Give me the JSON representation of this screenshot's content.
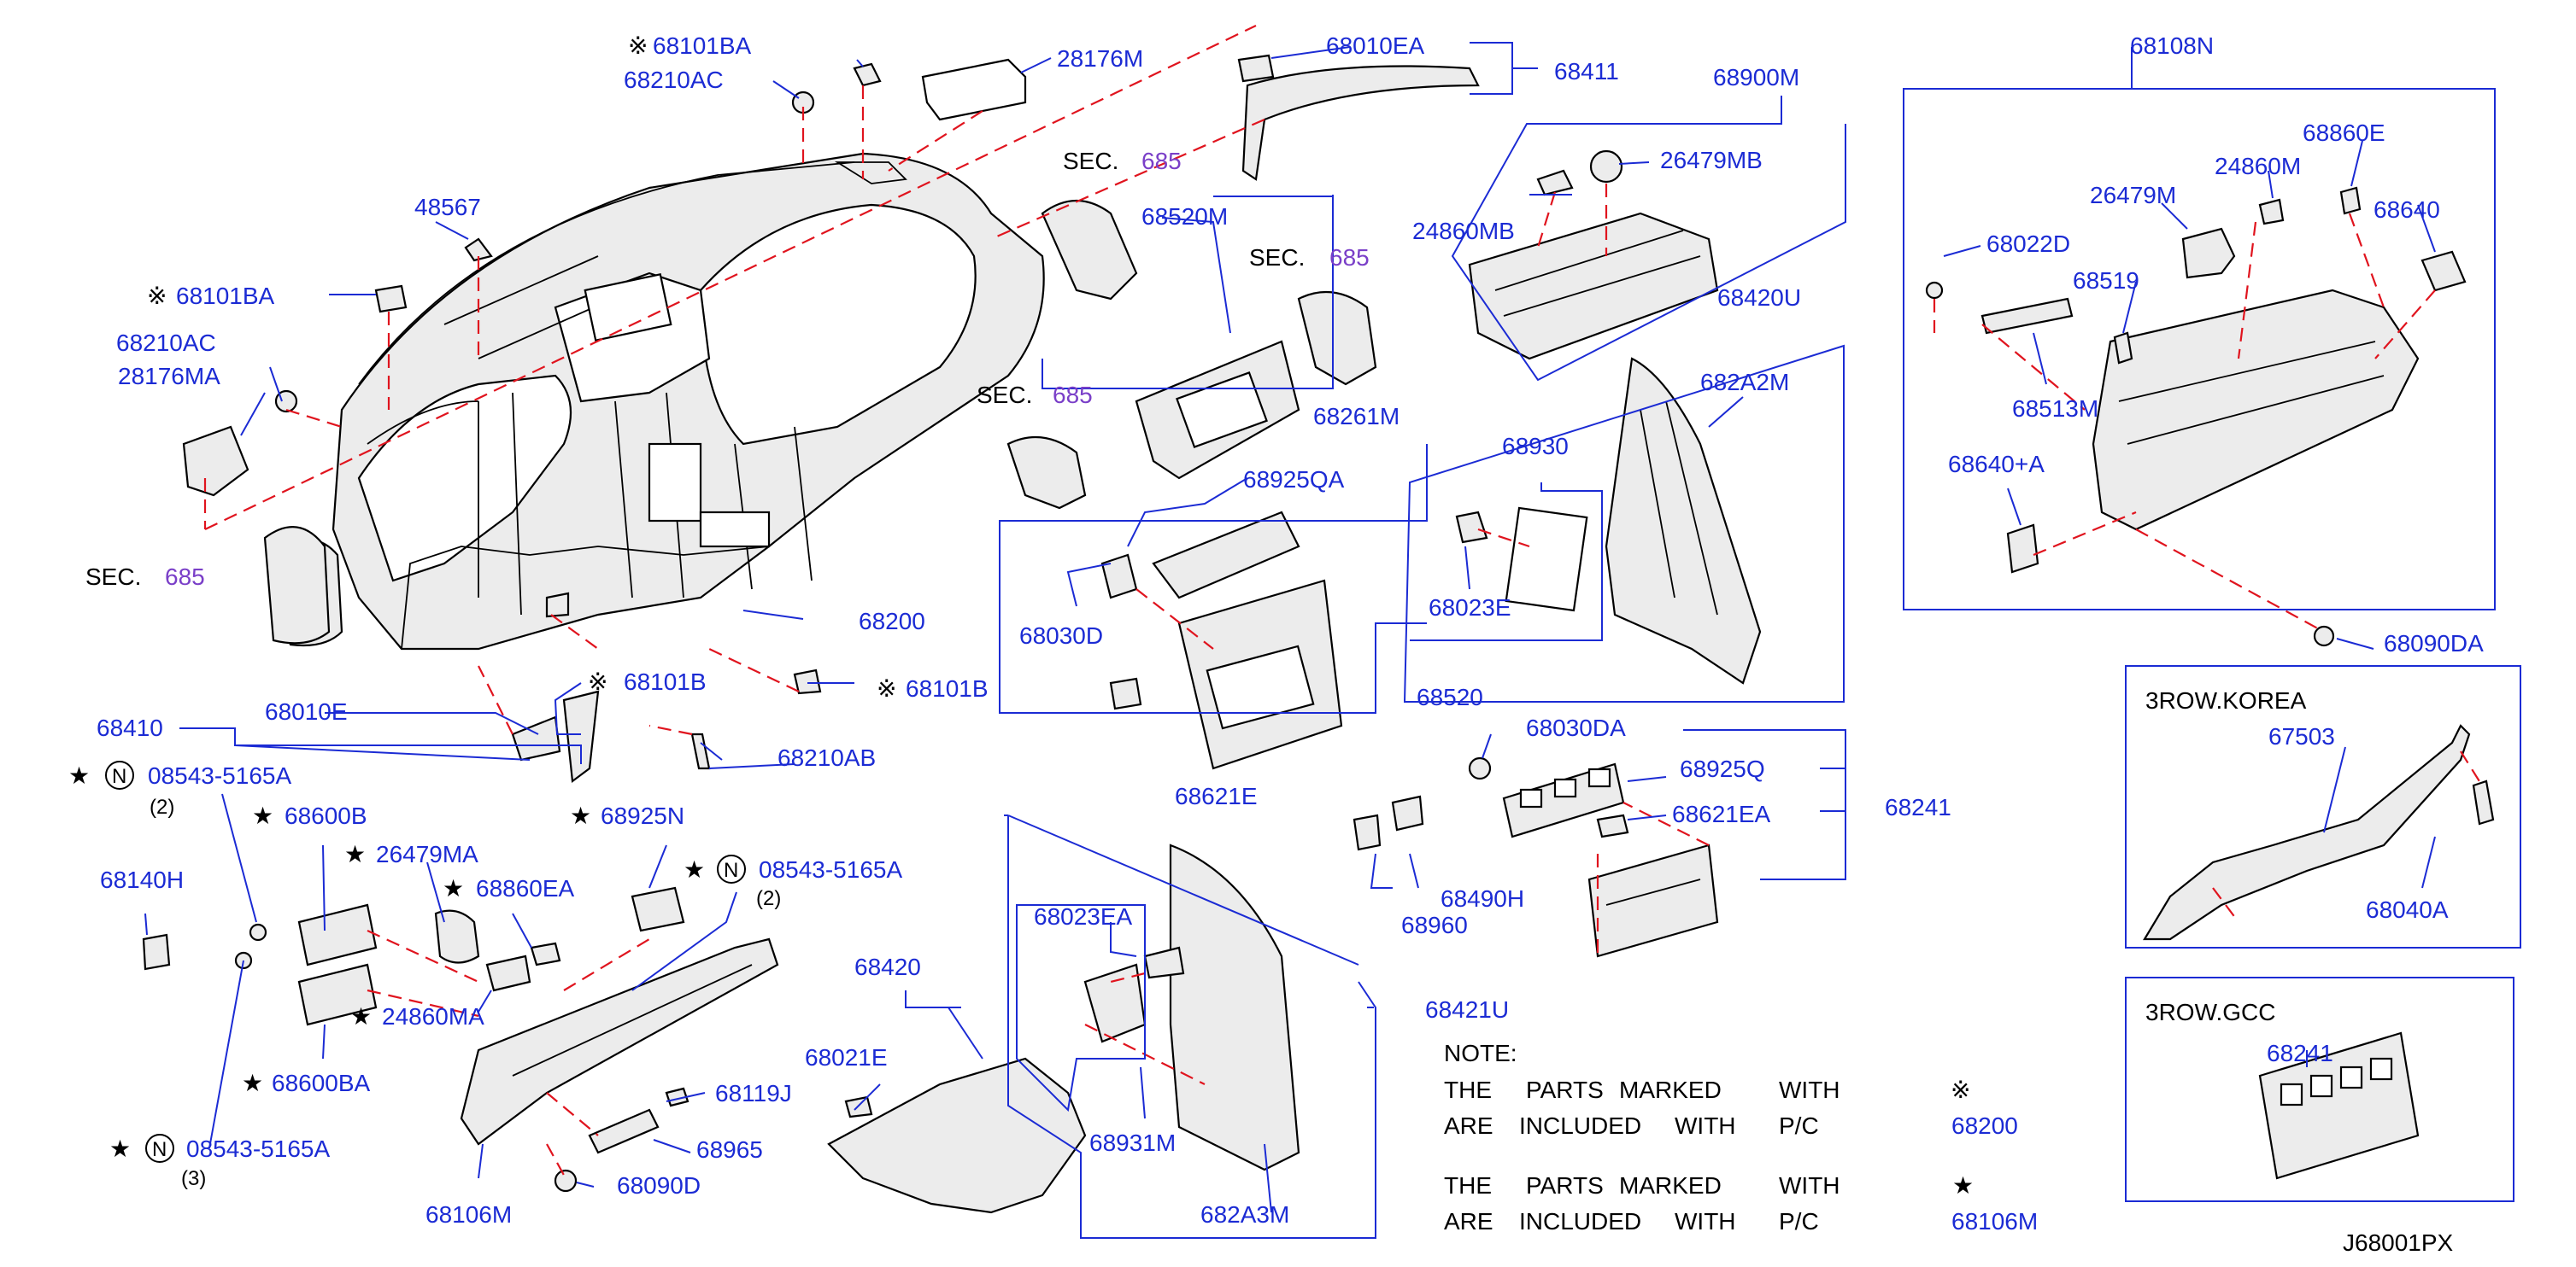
{
  "diagram_id": "J68001PX",
  "sec_label": "SEC.",
  "sec_number": "685",
  "symbols": {
    "kome": "※",
    "star": "★",
    "n_circle": "N"
  },
  "labels": {
    "p68101BA_top": "68101BA",
    "p68210AC_top": "68210AC",
    "p28176M": "28176M",
    "p68010EA": "68010EA",
    "p68411": "68411",
    "p68900M": "68900M",
    "p26479MB": "26479MB",
    "p24860MB": "24860MB",
    "p68520M": "68520M",
    "p48567": "48567",
    "p68101BA_left": "68101BA",
    "p68210AC_left": "68210AC",
    "p28176MA": "28176MA",
    "p68261M": "68261M",
    "p68925QA": "68925QA",
    "p68030D": "68030D",
    "p68420U": "68420U",
    "p682A2M": "682A2M",
    "p68930": "68930",
    "p68023E": "68023E",
    "p68200": "68200",
    "p68101B_a": "68101B",
    "p68101B_b": "68101B",
    "p68210AB": "68210AB",
    "p68410": "68410",
    "p68010E": "68010E",
    "p08543_1": "08543-5165A",
    "qty_2a": "(2)",
    "p68600B": "68600B",
    "p68925N": "68925N",
    "p26479MA": "26479MA",
    "p68860EA": "68860EA",
    "p08543_2": "08543-5165A",
    "qty_2b": "(2)",
    "p68140H": "68140H",
    "p24860MA": "24860MA",
    "p68600BA": "68600BA",
    "p08543_3": "08543-5165A",
    "qty_3": "(3)",
    "p68520": "68520",
    "p68621E": "68621E",
    "p68030DA": "68030DA",
    "p68925Q": "68925Q",
    "p68621EA": "68621EA",
    "p68241": "68241",
    "p68490H": "68490H",
    "p68960": "68960",
    "p68420": "68420",
    "p68021E": "68021E",
    "p68119J": "68119J",
    "p68965": "68965",
    "p68090D": "68090D",
    "p68106M": "68106M",
    "p68023EA": "68023EA",
    "p68931M": "68931M",
    "p682A3M": "682A3M",
    "p68421U": "68421U",
    "p68108N": "68108N",
    "p68860E": "68860E",
    "p24860M": "24860M",
    "p26479M": "26479M",
    "p68640": "68640",
    "p68022D": "68022D",
    "p68519": "68519",
    "p68513M": "68513M",
    "p68640A": "68640+A",
    "p68090DA": "68090DA",
    "korea_title": "3ROW.KOREA",
    "p67503": "67503",
    "p68040A": "68040A",
    "gcc_title": "3ROW.GCC",
    "p68241_gcc": "68241"
  },
  "note": {
    "title": "NOTE:",
    "line1": [
      "THE",
      "PARTS",
      "MARKED",
      "WITH"
    ],
    "line2": [
      "ARE",
      "INCLUDED",
      "WITH",
      "P/C"
    ],
    "ref1": "68200",
    "ref2": "68106M"
  },
  "colors": {
    "label_blue": "#1b2bd4",
    "dash_red": "#e0141e",
    "sec_purple": "#7a3fc8",
    "ink": "#000000"
  },
  "icons": [
    "kome-mark-icon",
    "star-icon",
    "n-circle-icon"
  ]
}
